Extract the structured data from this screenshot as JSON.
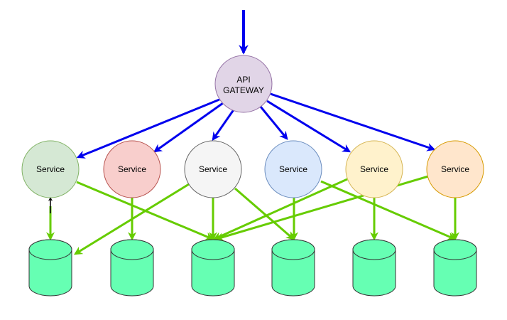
{
  "gateway": {
    "label_line1": "API",
    "label_line2": "GATEWAY",
    "fill": "#e1d5e7",
    "stroke": "#9673a6"
  },
  "services": [
    {
      "label": "Service",
      "fill": "#d5e8d4",
      "stroke": "#82b366"
    },
    {
      "label": "Service",
      "fill": "#f8cecc",
      "stroke": "#b85450"
    },
    {
      "label": "Service",
      "fill": "#f5f5f5",
      "stroke": "#666666"
    },
    {
      "label": "Service",
      "fill": "#dae8fc",
      "stroke": "#6c8ebf"
    },
    {
      "label": "Service",
      "fill": "#fff2cc",
      "stroke": "#d6b656"
    },
    {
      "label": "Service",
      "fill": "#ffe6cc",
      "stroke": "#d79b00"
    }
  ],
  "databases": [
    {
      "fill": "#66ffb3",
      "stroke": "#333333"
    },
    {
      "fill": "#66ffb3",
      "stroke": "#333333"
    },
    {
      "fill": "#66ffb3",
      "stroke": "#333333"
    },
    {
      "fill": "#66ffb3",
      "stroke": "#333333"
    },
    {
      "fill": "#66ffb3",
      "stroke": "#333333"
    },
    {
      "fill": "#66ffb3",
      "stroke": "#333333"
    }
  ],
  "edge_colors": {
    "gateway_to_service": "#0000ee",
    "service_to_database": "#66cc00"
  }
}
